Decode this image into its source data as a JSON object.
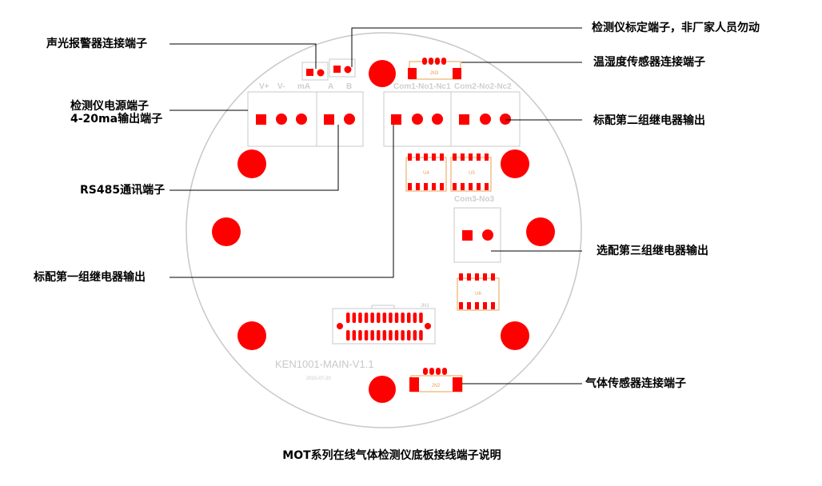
{
  "board": {
    "model": "KEN1001-MAIN-V1.1",
    "date": "2015-07-20",
    "silk_power": [
      "V+",
      "V-",
      "mA"
    ],
    "silk_rs485": [
      "A",
      "B"
    ],
    "silk_relay1": "Com1-No1-Nc1",
    "silk_relay2": "Com2-No2-Nc2",
    "silk_relay3": "Com3-No3",
    "silk_u4": "U4",
    "silk_u5": "U5",
    "silk_u6": "U6",
    "silk_jn1": "JN1",
    "silk_jn2": "JN2",
    "silk_jn3": "JN3",
    "colors": {
      "pad": "#ff0000",
      "outline": "#c8c8c8",
      "silk_orange": "#e8a050"
    }
  },
  "labels": {
    "alarm": "声光报警器连接端子",
    "power_line1": "检测仪电源端子",
    "power_line2": "4-20ma输出端子",
    "rs485": "RS485通讯端子",
    "relay1": "标配第一组继电器输出",
    "calib": "检测仪标定端子，非厂家人员勿动",
    "humidity": "温湿度传感器连接端子",
    "relay2": "标配第二组继电器输出",
    "relay3": "选配第三组继电器输出",
    "gas": "气体传感器连接端子"
  },
  "caption": "MOT系列在线气体检测仪底板接线端子说明"
}
